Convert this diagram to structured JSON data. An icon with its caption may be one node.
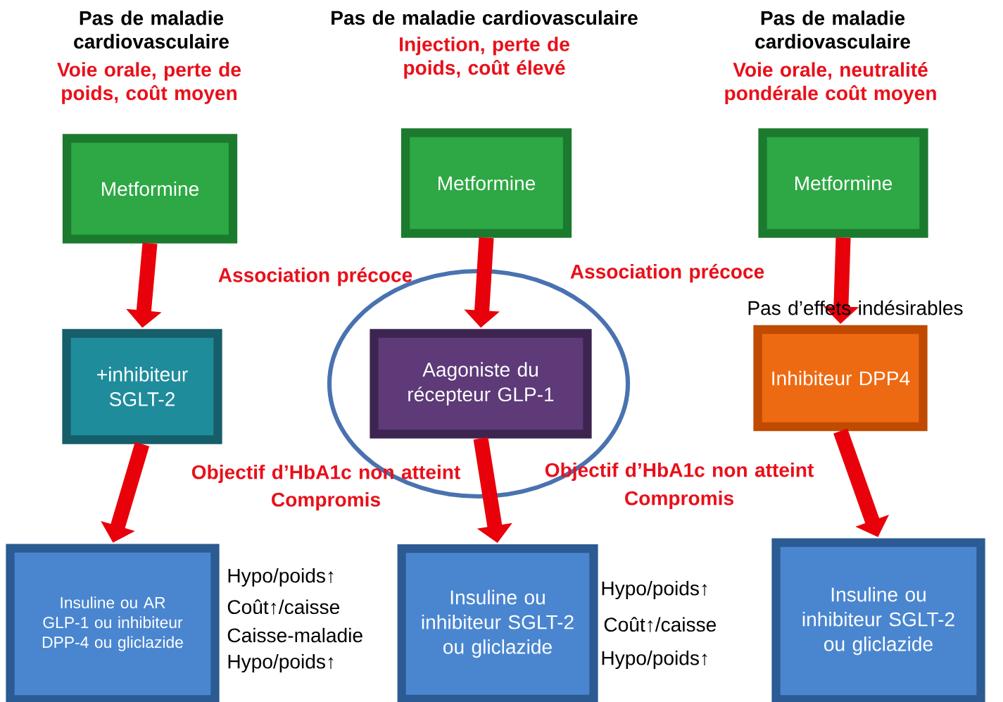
{
  "diagram": {
    "nodes": [
      {
        "text": [
          "Metformine"
        ]
      },
      {
        "text": [
          "Metformine"
        ]
      },
      {
        "text": [
          "Metformine"
        ]
      },
      {
        "text": [
          "+inhibiteur SGLT-2"
        ]
      },
      {
        "text": [
          "Aagoniste du récepteur GLP-1"
        ]
      },
      {
        "text": [
          "Inhibiteur DPP4"
        ]
      },
      {
        "text": [
          "Insuline ou AR GLP-1 ou inhibiteur DPP-4 ou gliclazide"
        ]
      },
      {
        "text": [
          "Insuline ou inhibiteur SGLT-2 ou gliclazide"
        ]
      },
      {
        "text": [
          "Insuline ou inhibiteur SGLT-2 ou gliclazide"
        ]
      }
    ],
    "edges": [
      {
        "from": 0,
        "to": 3,
        "arrow": "to"
      },
      {
        "from": 3,
        "to": 6,
        "arrow": "to"
      },
      {
        "from": 1,
        "to": 4,
        "arrow": "to"
      },
      {
        "from": 4,
        "to": 7,
        "arrow": "to"
      },
      {
        "from": 2,
        "to": 5,
        "arrow": "to"
      },
      {
        "from": 5,
        "to": 8,
        "arrow": "to"
      }
    ],
    "labels": [
      "Pas de maladie cardiovasculaire",
      "Pas de maladie cardiovasculaire",
      "Pas de maladie cardiovasculaire",
      "Injection, perte de poids, coût élevé",
      "Voie orale, perte de poids, coût moyen",
      "Voie orale, neutralité pondérale coût moyen",
      "Association précoce",
      "Association précoce",
      "Pas d’effets indésirables",
      "Objectif d’HbA1c non atteint",
      "Objectif d’HbA1c non atteint",
      "Compromis",
      "Compromis",
      "Hypo/poids↑",
      "Coût↑/caisse",
      "Caisse-maladie",
      "Hypo/poids↑",
      "Hypo/poids↑",
      "Coût↑/caisse",
      "Hypo/poids↑"
    ]
  }
}
